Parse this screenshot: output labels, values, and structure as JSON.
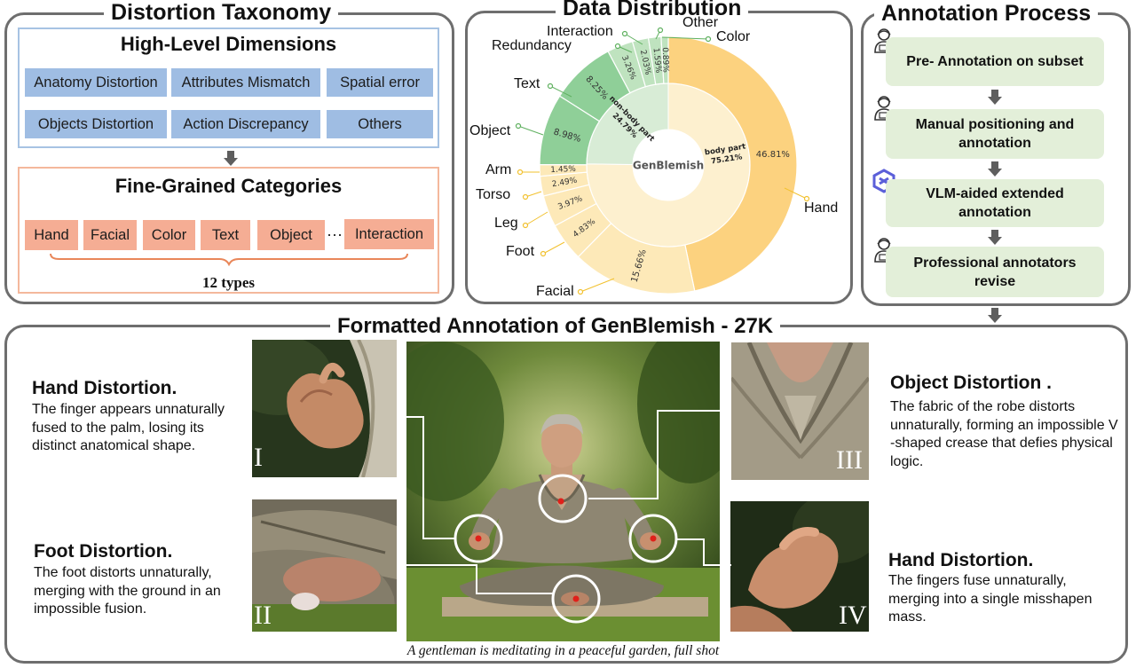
{
  "taxonomy": {
    "title": "Distortion Taxonomy",
    "high_level": {
      "title": "High-Level Dimensions",
      "items": [
        "Anatomy Distortion",
        "Attributes Mismatch",
        "Spatial error",
        "Objects Distortion",
        "Action Discrepancy",
        "Others"
      ]
    },
    "fine_grained": {
      "title": "Fine-Grained Categories",
      "items": [
        "Hand",
        "Facial",
        "Color",
        "Text",
        "Object",
        "Interaction"
      ],
      "ellipsis": "···",
      "count_label": "12 types"
    }
  },
  "distribution": {
    "title": "Data Distribution",
    "center_label": "GenBlemish",
    "inner_labels": {
      "non_body": "non-body part",
      "non_body_pct": "24.79%",
      "body": "body part",
      "body_pct": "75.21%"
    },
    "outer_labels": [
      "Other",
      "Color",
      "Interaction",
      "Redundancy",
      "Text",
      "Object",
      "Arm",
      "Torso",
      "Leg",
      "Foot",
      "Facial",
      "Hand"
    ],
    "colors": {
      "green": "#8fcf98",
      "green_light": "#d8ecd6",
      "yellow": "#fcd27f",
      "yellow_light": "#fdf0cf"
    }
  },
  "chart_data": {
    "type": "pie",
    "title": "Data Distribution",
    "inner": [
      {
        "name": "non-body part",
        "value": 24.79
      },
      {
        "name": "body part",
        "value": 75.21
      }
    ],
    "outer": [
      {
        "name": "Color",
        "value": 0.89,
        "label": "0.89%",
        "group": "non-body part"
      },
      {
        "name": "Other",
        "value": 1.59,
        "label": "1.59%",
        "group": "non-body part"
      },
      {
        "name": "Interaction",
        "value": 2.03,
        "label": "2.03%",
        "group": "non-body part"
      },
      {
        "name": "Redundancy",
        "value": 3.26,
        "label": "3.26%",
        "group": "non-body part"
      },
      {
        "name": "Text",
        "value": 8.25,
        "label": "8.25%",
        "group": "non-body part"
      },
      {
        "name": "Object",
        "value": 8.98,
        "label": "8.98%",
        "group": "non-body part"
      },
      {
        "name": "Arm",
        "value": 1.45,
        "label": "1.45%",
        "group": "body part"
      },
      {
        "name": "Torso",
        "value": 2.49,
        "label": "2.49%",
        "group": "body part"
      },
      {
        "name": "Leg",
        "value": 3.97,
        "label": "3.97%",
        "group": "body part"
      },
      {
        "name": "Foot",
        "value": 4.83,
        "label": "4.83%",
        "group": "body part"
      },
      {
        "name": "Facial",
        "value": 15.66,
        "label": "15.66%",
        "group": "body part"
      },
      {
        "name": "Hand",
        "value": 46.81,
        "label": "46.81%",
        "group": "body part"
      }
    ]
  },
  "process": {
    "title": "Annotation Process",
    "steps": [
      "Pre- Annotation on subset",
      "Manual positioning and annotation",
      "VLM-aided extended annotation",
      "Professional annotators revise"
    ]
  },
  "formatted": {
    "title": "Formatted Annotation of GenBlemish - 27K",
    "caption": "A gentleman is meditating in a peaceful garden, full shot",
    "annotations": [
      {
        "title": "Hand Distortion.",
        "desc": "The finger appears unnaturally fused to the palm, losing its distinct anatomical shape.",
        "numeral": "I"
      },
      {
        "title": "Foot Distortion.",
        "desc": "The foot distorts unnaturally, merging with the ground in an impossible fusion.",
        "numeral": "II"
      },
      {
        "title": "Object Distortion .",
        "desc": "The fabric of the robe distorts unnaturally, forming an impossible V -shaped crease that defies physical logic.",
        "numeral": "III"
      },
      {
        "title": "Hand Distortion.",
        "desc": "The fingers fuse unnaturally, merging into a single misshapen mass.",
        "numeral": "IV"
      }
    ]
  }
}
